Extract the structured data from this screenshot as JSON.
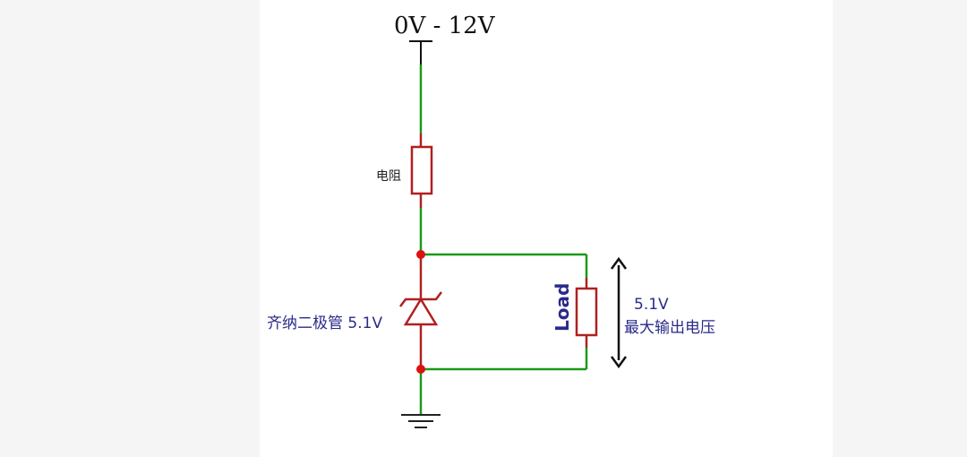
{
  "colors": {
    "wire": "#1a9a1a",
    "component": "#b02020",
    "junction": "#dd1111",
    "label_blue": "#2a2a8a",
    "arrow": "#111111"
  },
  "supply": {
    "label": "0V - 12V"
  },
  "resistor": {
    "label": "电阻"
  },
  "zener": {
    "label": "齐纳二极管 5.1V"
  },
  "load": {
    "label": "Load"
  },
  "output": {
    "voltage": "5.1V",
    "text": "最大输出电压"
  }
}
